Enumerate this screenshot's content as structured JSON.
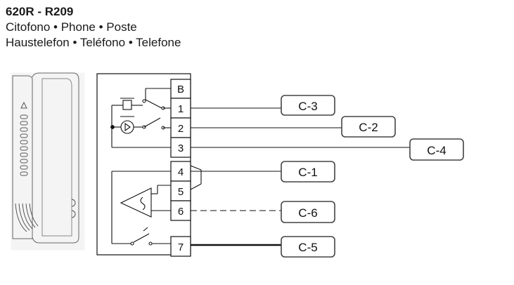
{
  "header": {
    "title": "620R - R209",
    "line1": "Citofono • Phone • Poste",
    "line2": "Haustelefon • Teléfono • Telefone"
  },
  "terminals": [
    "B",
    "1",
    "2",
    "3",
    "4",
    "5",
    "6",
    "7"
  ],
  "connections": [
    {
      "terminal": "1",
      "label": "C-3"
    },
    {
      "terminal": "2",
      "label": "C-2"
    },
    {
      "terminal": "3",
      "label": "C-4"
    },
    {
      "terminal": "4",
      "label": "C-1"
    },
    {
      "terminal": "6",
      "label": "C-6"
    },
    {
      "terminal": "7",
      "label": "C-5"
    }
  ]
}
